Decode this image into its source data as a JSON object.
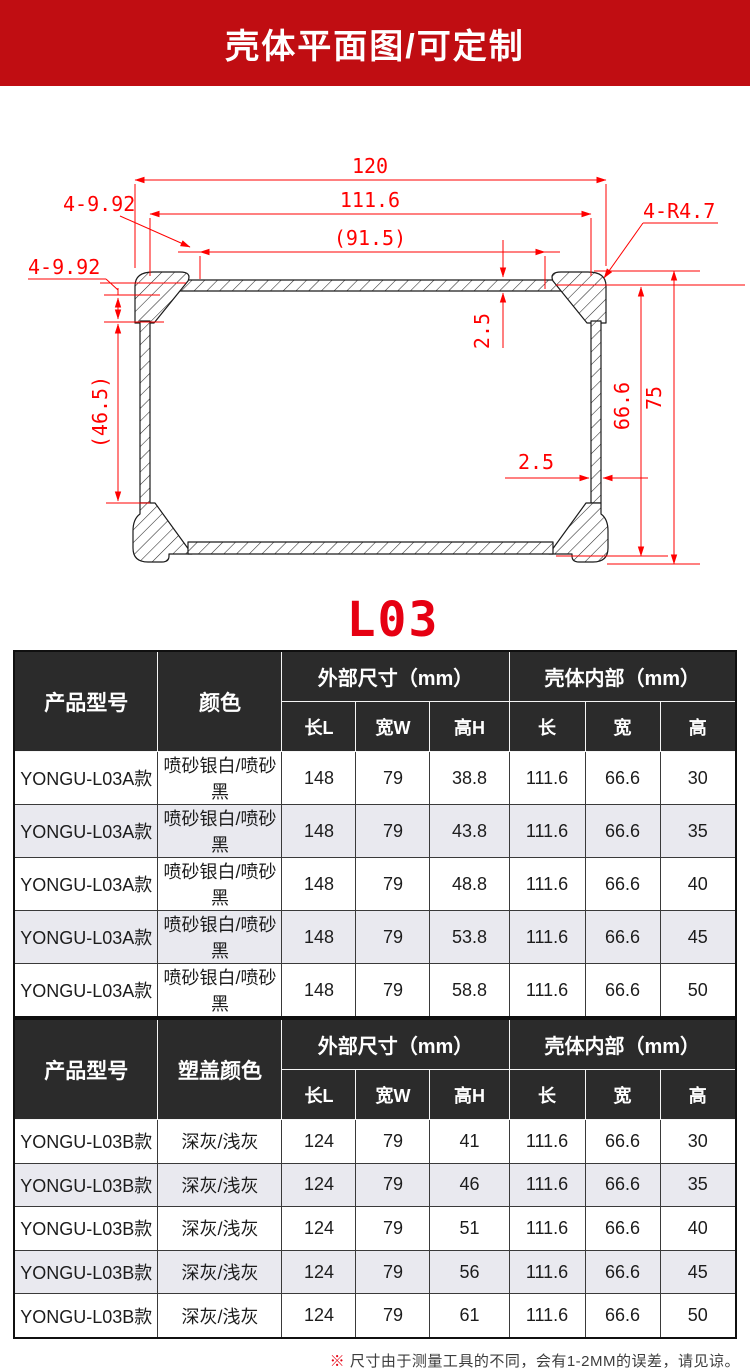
{
  "banner": {
    "title": "壳体平面图/可定制"
  },
  "drawing": {
    "model": "L03",
    "dim_width_outer": "120",
    "dim_width_inner": "111.6",
    "dim_width_ref": "(91.5)",
    "dim_holes_top": "4-9.92",
    "dim_holes_left": "4-9.92",
    "dim_corner_radius": "4-R4.7",
    "dim_plate_thickness": "2.5",
    "dim_wall_thickness": "2.5",
    "dim_height_ref": "(46.5)",
    "dim_height_inner": "66.6",
    "dim_height_outer": "75"
  },
  "table1": {
    "headers": {
      "product": "产品型号",
      "color": "颜色",
      "external": "外部尺寸（mm）",
      "internal": "壳体内部（mm）"
    },
    "sub_headers": [
      "长L",
      "宽W",
      "高H",
      "长",
      "宽",
      "高"
    ],
    "rows": [
      [
        "YONGU-L03A款",
        "喷砂银白/喷砂黑",
        "148",
        "79",
        "38.8",
        "111.6",
        "66.6",
        "30"
      ],
      [
        "YONGU-L03A款",
        "喷砂银白/喷砂黑",
        "148",
        "79",
        "43.8",
        "111.6",
        "66.6",
        "35"
      ],
      [
        "YONGU-L03A款",
        "喷砂银白/喷砂黑",
        "148",
        "79",
        "48.8",
        "111.6",
        "66.6",
        "40"
      ],
      [
        "YONGU-L03A款",
        "喷砂银白/喷砂黑",
        "148",
        "79",
        "53.8",
        "111.6",
        "66.6",
        "45"
      ],
      [
        "YONGU-L03A款",
        "喷砂银白/喷砂黑",
        "148",
        "79",
        "58.8",
        "111.6",
        "66.6",
        "50"
      ]
    ]
  },
  "table2": {
    "headers": {
      "product": "产品型号",
      "color": "塑盖颜色",
      "external": "外部尺寸（mm）",
      "internal": "壳体内部（mm）"
    },
    "sub_headers": [
      "长L",
      "宽W",
      "高H",
      "长",
      "宽",
      "高"
    ],
    "rows": [
      [
        "YONGU-L03B款",
        "深灰/浅灰",
        "124",
        "79",
        "41",
        "111.6",
        "66.6",
        "30"
      ],
      [
        "YONGU-L03B款",
        "深灰/浅灰",
        "124",
        "79",
        "46",
        "111.6",
        "66.6",
        "35"
      ],
      [
        "YONGU-L03B款",
        "深灰/浅灰",
        "124",
        "79",
        "51",
        "111.6",
        "66.6",
        "40"
      ],
      [
        "YONGU-L03B款",
        "深灰/浅灰",
        "124",
        "79",
        "56",
        "111.6",
        "66.6",
        "45"
      ],
      [
        "YONGU-L03B款",
        "深灰/浅灰",
        "124",
        "79",
        "61",
        "111.6",
        "66.6",
        "50"
      ]
    ]
  },
  "footnote": {
    "marker": "※",
    "text": "尺寸由于测量工具的不同，会有1-2MM的误差，请见谅。"
  }
}
